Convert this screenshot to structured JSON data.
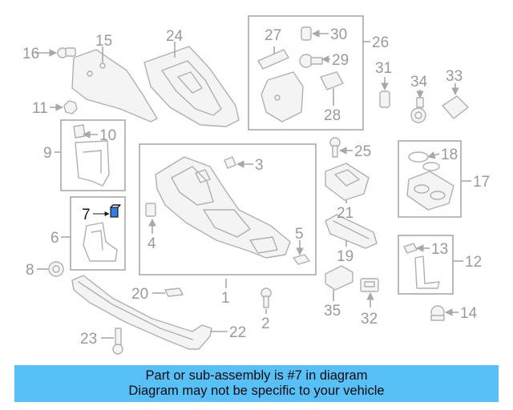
{
  "diagram": {
    "callouts": [
      "1",
      "2",
      "3",
      "4",
      "5",
      "6",
      "7",
      "8",
      "9",
      "10",
      "11",
      "12",
      "13",
      "14",
      "15",
      "16",
      "17",
      "18",
      "19",
      "20",
      "21",
      "22",
      "23",
      "24",
      "25",
      "26",
      "27",
      "28",
      "29",
      "30",
      "31",
      "32",
      "33",
      "34",
      "35"
    ],
    "highlighted_callout": "7",
    "colors": {
      "highlight": "#2f7fe0",
      "banner": "#57c0f7",
      "line": "#a8a8a8"
    }
  },
  "banner": {
    "line1": "Part or sub-assembly is #7 in diagram",
    "line2": "Diagram may not be specific to your vehicle"
  }
}
